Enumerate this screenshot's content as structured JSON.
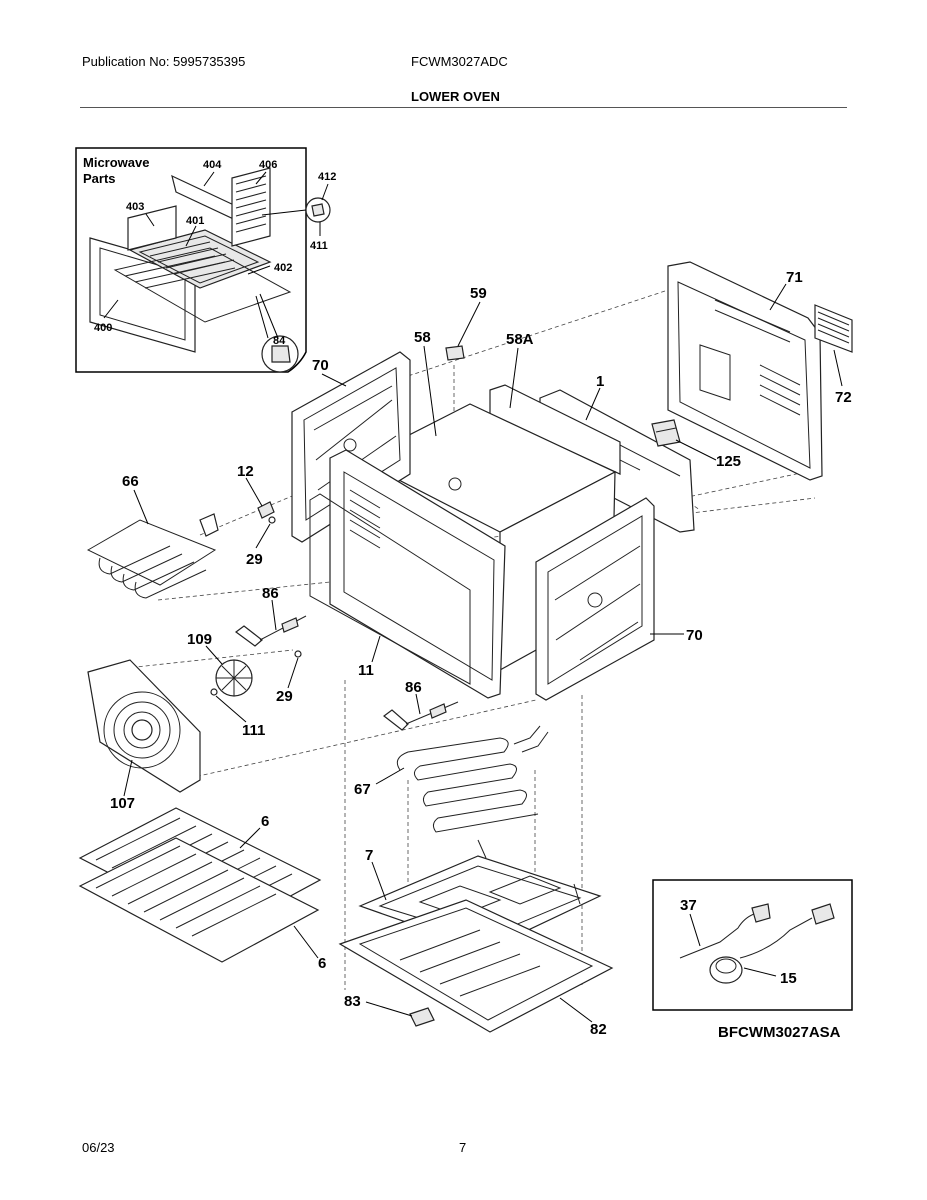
{
  "header": {
    "publication": "Publication No: 5995735395",
    "model": "FCWM3027ADC",
    "section_title": "LOWER OVEN"
  },
  "inset_microwave": {
    "title_line1": "Microwave",
    "title_line2": "Parts",
    "callouts": [
      "404",
      "406",
      "412",
      "403",
      "401",
      "411",
      "402",
      "400",
      "84"
    ]
  },
  "inset_wiring": {
    "callouts": [
      "37",
      "15"
    ]
  },
  "main_callouts": {
    "c59": "59",
    "c58": "58",
    "c58a": "58A",
    "c71": "71",
    "c70_left": "70",
    "c1": "1",
    "c72": "72",
    "c125": "125",
    "c12": "12",
    "c66": "66",
    "c29_top": "29",
    "c86_top": "86",
    "c109": "109",
    "c70_right": "70",
    "c11": "11",
    "c29_bottom": "29",
    "c86_bottom": "86",
    "c111": "111",
    "c67": "67",
    "c107": "107",
    "c6_top": "6",
    "c7": "7",
    "c6_bottom": "6",
    "c83": "83",
    "c82": "82"
  },
  "diagram_code": "BFCWM3027ASA",
  "footer": {
    "date": "06/23",
    "page": "7"
  }
}
